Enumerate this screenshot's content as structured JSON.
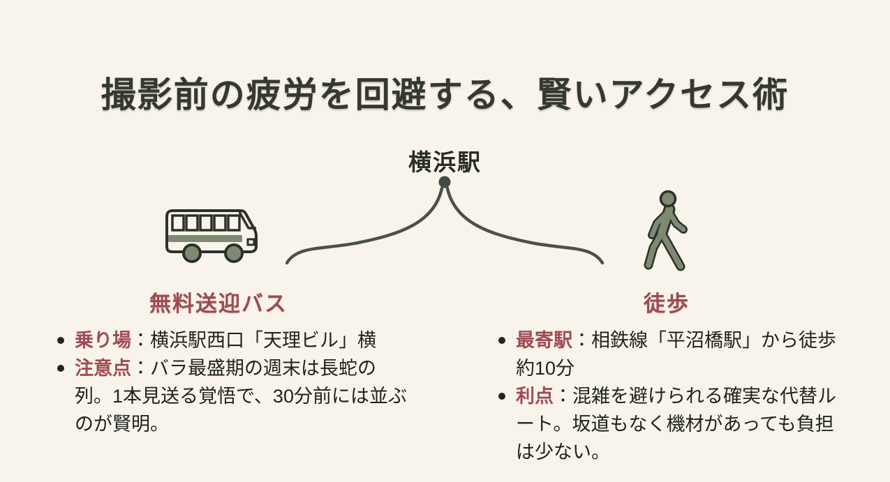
{
  "page": {
    "background_color": "#f8f4ec",
    "accent_maroon": "#9e4a51",
    "icon_green": "#7d8a71",
    "outline_dark": "#2c302a",
    "line_color": "#4b504b"
  },
  "title": "撮影前の疲労を回避する、賢いアクセス術",
  "diagram": {
    "station_label": "横浜駅",
    "branches": {
      "bus": {
        "heading": "無料送迎バス",
        "icon": "bus-icon"
      },
      "walk": {
        "heading": "徒歩",
        "icon": "walking-person-icon"
      }
    }
  },
  "bus_column": {
    "items": [
      {
        "label": "乗り場",
        "text": "：横浜駅西口「天理ビル」横"
      },
      {
        "label": "注意点",
        "text": "：バラ最盛期の週末は長蛇の列。1本見送る覚悟で、30分前には並ぶのが賢明。"
      }
    ]
  },
  "walk_column": {
    "items": [
      {
        "label": "最寄駅",
        "text": "：相鉄線「平沼橋駅」から徒歩約10分"
      },
      {
        "label": "利点",
        "text": "：混雑を避けられる確実な代替ルート。坂道もなく機材があっても負担は少ない。"
      }
    ]
  }
}
